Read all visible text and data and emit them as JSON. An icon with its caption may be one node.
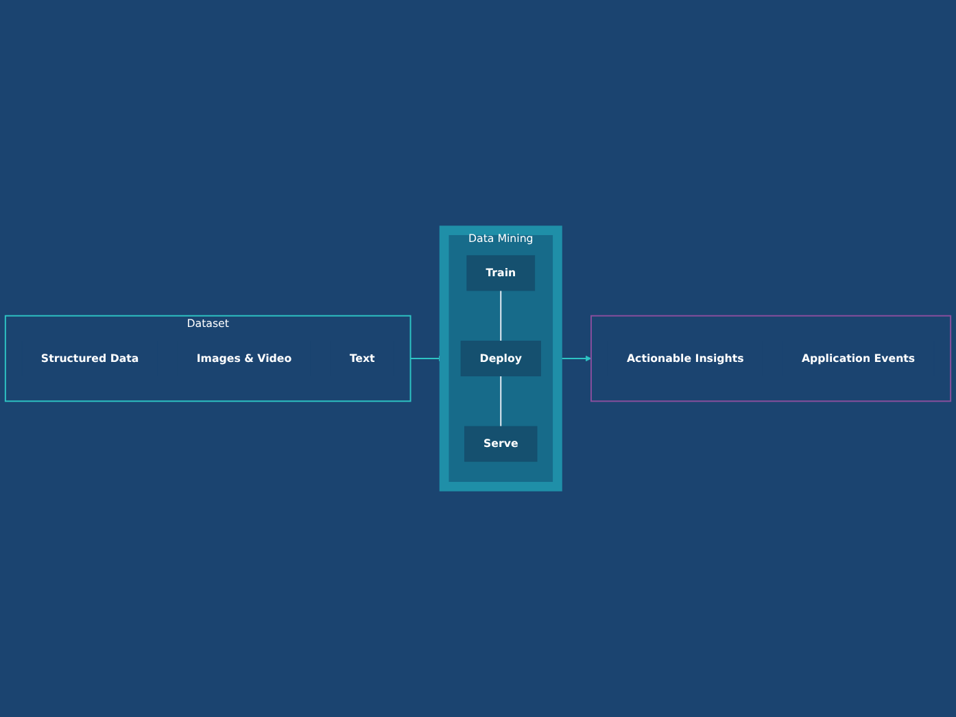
{
  "diagram": {
    "nodes": [
      {
        "text": [
          "Dataset"
        ]
      },
      {
        "text": [
          "Structured Data"
        ],
        "in": 0
      },
      {
        "text": [
          "Images & Video"
        ],
        "in": 0
      },
      {
        "text": [
          "Text"
        ],
        "in": 0
      },
      {
        "text": [
          "Data Mining"
        ]
      },
      {
        "text": [
          "Train"
        ],
        "in": 4
      },
      {
        "text": [
          "Serve"
        ],
        "in": 4
      },
      {
        "text": [
          "Deploy"
        ],
        "in": 4
      },
      {
        "text": [],
        "shape": "box"
      },
      {
        "text": [
          "Actionable Insights"
        ],
        "in": 8
      },
      {
        "text": [
          "Application Events"
        ],
        "in": 8
      }
    ],
    "edges": [
      {
        "from": 0,
        "to": 4,
        "arrow": "to"
      },
      {
        "from": 4,
        "to": 8,
        "arrow": "to"
      },
      {
        "from": 5,
        "to": 7,
        "arrow": "none",
        "color": "#e8eef5"
      },
      {
        "from": 7,
        "to": 6,
        "arrow": "none",
        "color": "#e8eef5"
      }
    ]
  }
}
